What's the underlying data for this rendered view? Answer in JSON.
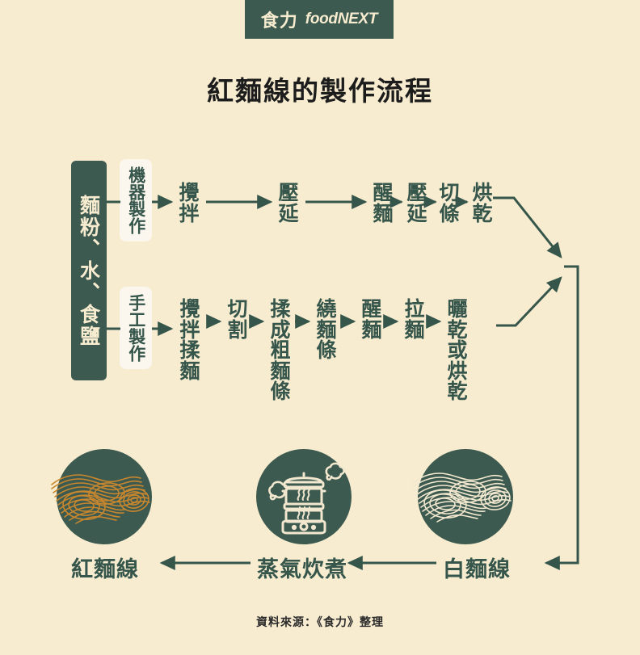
{
  "logo": {
    "cn": "食力",
    "en": "foodNEXT",
    "bg_color": "#3d5a50"
  },
  "title": "紅麵線的製作流程",
  "colors": {
    "background": "#f7eccf",
    "dark_green": "#3d5a50",
    "text_green": "#36564c",
    "cream": "#f7eccf",
    "box_white": "#fbf7ee",
    "noodle_orange": "#c8872e",
    "title_black": "#1c1c1c"
  },
  "source_block": {
    "label": "麵粉、水、食鹽"
  },
  "methods": [
    {
      "name": "machine",
      "label": "機器製作"
    },
    {
      "name": "hand",
      "label": "手工製作"
    }
  ],
  "flow_machine": {
    "method_label": "機器製作",
    "steps": [
      {
        "label": "攪拌",
        "lines": [
          "攪",
          "拌"
        ]
      },
      {
        "label": "壓延",
        "lines": [
          "壓",
          "延"
        ]
      },
      {
        "label": "醒麵",
        "lines": [
          "醒",
          "麵"
        ]
      },
      {
        "label": "壓延",
        "lines": [
          "壓",
          "延"
        ]
      },
      {
        "label": "切條",
        "lines": [
          "切",
          "條"
        ]
      },
      {
        "label": "烘乾",
        "lines": [
          "烘",
          "乾"
        ]
      }
    ]
  },
  "flow_hand": {
    "method_label": "手工製作",
    "steps": [
      {
        "label": "攪拌揉麵",
        "lines": [
          "攪",
          "拌",
          "揉",
          "麵"
        ]
      },
      {
        "label": "切割",
        "lines": [
          "切",
          "割"
        ]
      },
      {
        "label": "揉成粗麵條",
        "lines": [
          "揉",
          "成",
          "粗",
          "麵",
          "條"
        ]
      },
      {
        "label": "繞麵條",
        "lines": [
          "繞",
          "麵",
          "條"
        ]
      },
      {
        "label": "醒麵",
        "lines": [
          "醒",
          "麵"
        ]
      },
      {
        "label": "拉麵",
        "lines": [
          "拉",
          "麵"
        ]
      },
      {
        "label": "曬乾或烘乾",
        "lines": [
          "曬",
          "乾",
          "或",
          "烘",
          "乾"
        ]
      }
    ]
  },
  "outputs": [
    {
      "name": "red-noodle",
      "label": "紅麵線",
      "icon": "noodle-bundle-orange-icon"
    },
    {
      "name": "steam-cook",
      "label": "蒸氣炊煮",
      "icon": "steamer-icon"
    },
    {
      "name": "white-noodle",
      "label": "白麵線",
      "icon": "noodle-bundle-white-icon"
    }
  ],
  "footer": "資料來源：《食力》整理"
}
